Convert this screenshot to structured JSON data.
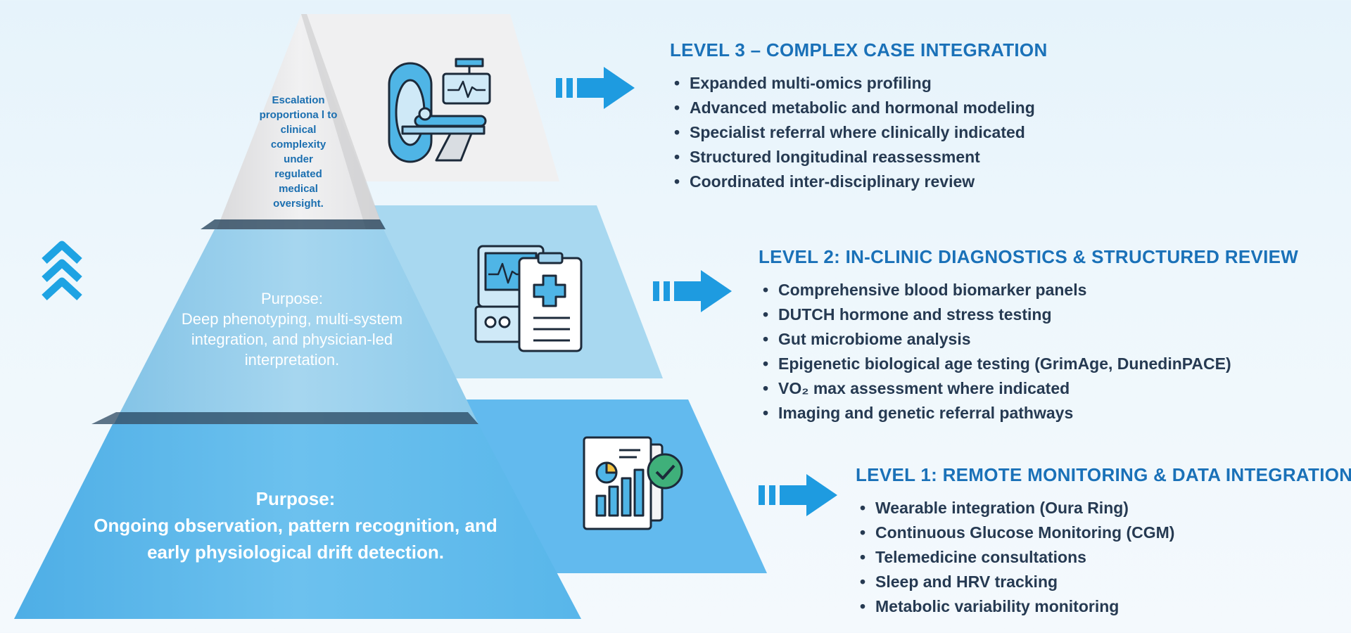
{
  "tiers": {
    "top": {
      "text": "Escalation proportiona l to clinical complexity under regulated medical oversight."
    },
    "middle": {
      "purpose_label": "Purpose:",
      "purpose_text": "Deep phenotyping, multi-system integration, and physician-led interpretation."
    },
    "bottom": {
      "purpose_label": "Purpose:",
      "purpose_text": "Ongoing observation, pattern recognition, and early physiological drift detection."
    }
  },
  "levels": [
    {
      "title": "LEVEL 3 – COMPLEX CASE INTEGRATION",
      "items": [
        "Expanded multi-omics profiling",
        "Advanced metabolic and hormonal modeling",
        "Specialist referral where clinically indicated",
        "Structured longitudinal reassessment",
        "Coordinated inter-disciplinary review"
      ]
    },
    {
      "title": "LEVEL 2:  IN-CLINIC DIAGNOSTICS & STRUCTURED REVIEW",
      "items": [
        "Comprehensive blood biomarker panels",
        "DUTCH hormone and stress testing",
        "Gut microbiome analysis",
        "Epigenetic biological age testing (GrimAge, DunedinPACE)",
        "VO₂ max assessment where indicated",
        "Imaging and genetic referral pathways"
      ]
    },
    {
      "title": "LEVEL 1: REMOTE MONITORING & DATA INTEGRATION",
      "items": [
        "Wearable integration (Oura Ring)",
        "Continuous Glucose Monitoring (CGM)",
        "Telemedicine consultations",
        "Sleep and HRV tracking",
        "Metabolic variability monitoring"
      ]
    }
  ],
  "colors": {
    "title_blue": "#1a71b8",
    "arrow_blue": "#1e9be0",
    "tier_top": "#e9e9ea",
    "tier_middle": "#8fcbea",
    "tier_bottom": "#57b3e8"
  },
  "icons": [
    "mri-scanner-icon",
    "medical-monitor-clipboard-icon",
    "report-chart-check-icon",
    "chevrons-up-icon"
  ]
}
